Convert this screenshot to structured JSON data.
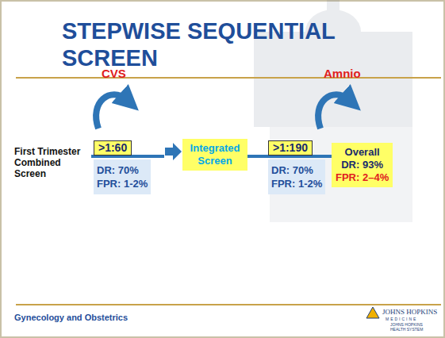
{
  "diagram": {
    "title": "STEPWISE SEQUENTIAL SCREEN",
    "nodes": [
      {
        "text": [
          ">1:60"
        ]
      },
      {
        "text": [
          "DR: 70%",
          "FPR: 1-2%"
        ]
      },
      {
        "text": [
          "Integrated Screen"
        ]
      },
      {
        "text": [
          ">1:190"
        ]
      },
      {
        "text": [
          "DR: 70%",
          "FPR: 1-2%"
        ]
      },
      {
        "text": [
          "Overall",
          "DR: 93%",
          "FPR: 2–4%"
        ]
      }
    ],
    "edges": [
      {
        "from": 2,
        "to": 5,
        "arrow": "none"
      }
    ],
    "labels": [
      "CVS",
      "Amnio",
      "First Trimester Combined Screen",
      "Gynecology and Obstetrics",
      "JOHNS HOPKINS",
      "MEDICINE",
      "JOHNS HOPKINS",
      "HEALTH SYSTEM"
    ]
  }
}
